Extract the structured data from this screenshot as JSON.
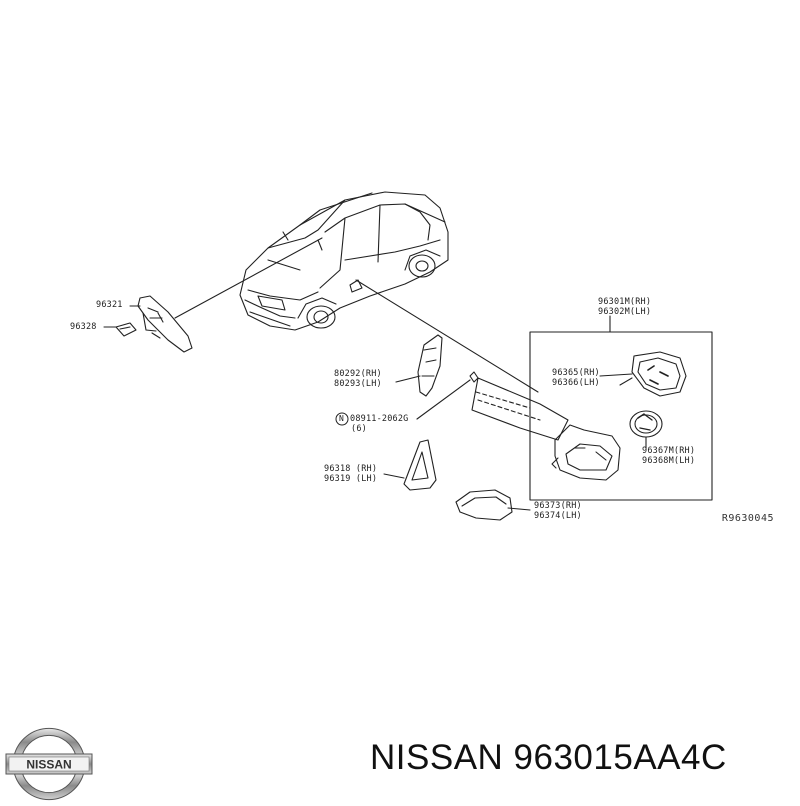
{
  "labels": {
    "p96321": "96321",
    "p96328": "96328",
    "p96301_rh": "96301M(RH)",
    "p96302_lh": "96302M(LH)",
    "p80292_rh": "80292(RH)",
    "p80293_lh": "80293(LH)",
    "bolt_mark": "N",
    "bolt_code": "08911-2062G",
    "bolt_qty": "(6)",
    "p96365_rh": "96365(RH)",
    "p96366_lh": "96366(LH)",
    "p96367_rh": "96367M(RH)",
    "p96368_lh": "96368M(LH)",
    "p96318_rh": "96318 (RH)",
    "p96319_lh": "96319 (LH)",
    "p96373_rh": "96373(RH)",
    "p96374_lh": "96374(LH)"
  },
  "diagram_code": "R9630045",
  "brand": {
    "logo_text": "NISSAN",
    "part_caption": "NISSAN 963015AA4C"
  }
}
